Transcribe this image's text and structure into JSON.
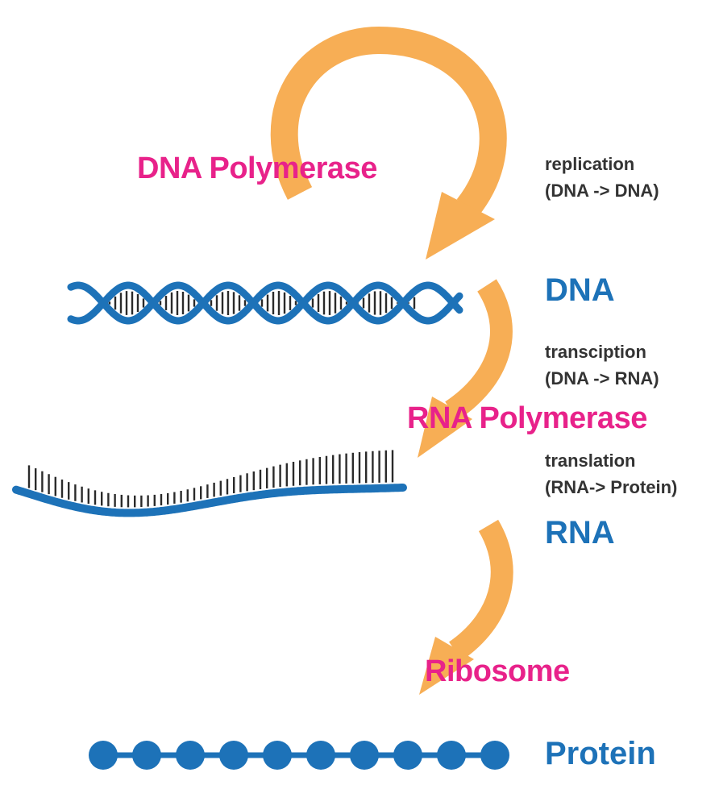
{
  "colors": {
    "arrow": "#f7ae55",
    "strand": "#1d72b8",
    "rungs": "#2a2a2a",
    "enzyme_text": "#e8228a",
    "molecule_text": "#1d72b8",
    "process_text": "#333333"
  },
  "molecules": {
    "dna": "DNA",
    "rna": "RNA",
    "protein": "Protein"
  },
  "enzymes": {
    "dna_polymerase": "DNA Polymerase",
    "rna_polymerase": "RNA Polymerase",
    "ribosome": "Ribosome"
  },
  "processes": {
    "replication": {
      "name": "replication",
      "detail": "(DNA -> DNA)"
    },
    "transcription": {
      "name": "transciption",
      "detail": "(DNA -> RNA)"
    },
    "translation": {
      "name": "translation",
      "detail": "(RNA-> Protein)"
    }
  },
  "icons": {
    "replication_arrow": "circular-arrow-icon",
    "transcription_arrow": "curved-arrow-icon",
    "translation_arrow": "curved-arrow-icon",
    "dna": "double-helix-icon",
    "rna": "single-strand-icon",
    "protein": "bead-chain-icon"
  }
}
